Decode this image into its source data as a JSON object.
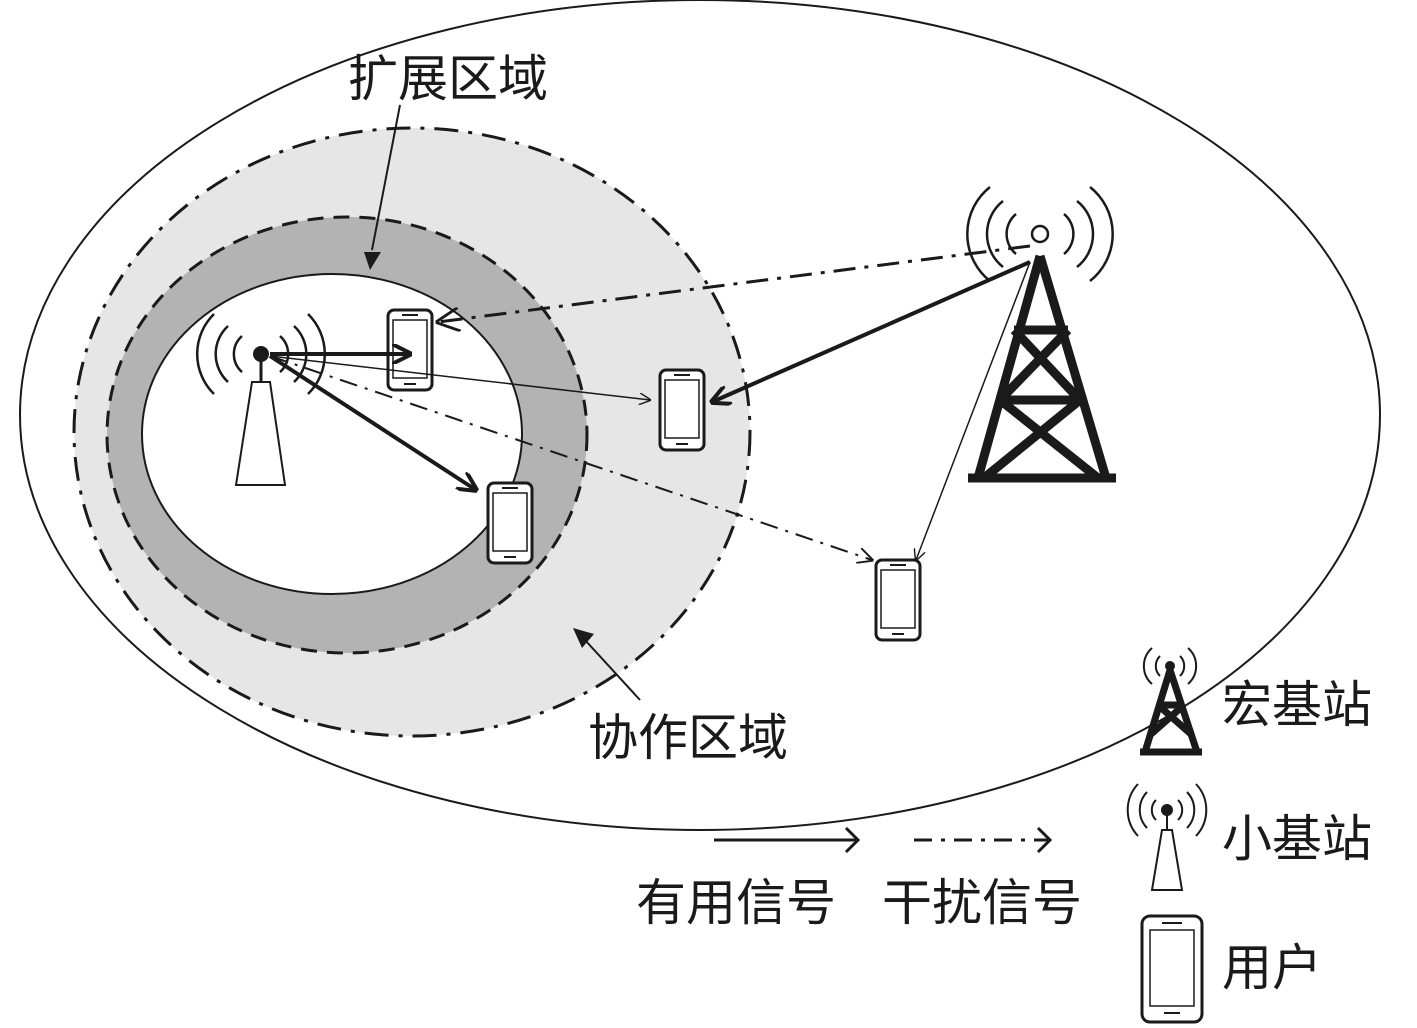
{
  "labels": {
    "extension_zone": "扩展区域",
    "cooperation_zone": "协作区域",
    "useful_signal": "有用信号",
    "interference_signal": "干扰信号"
  },
  "legend": {
    "macro_bs": "宏基站",
    "small_bs": "小基站",
    "user": "用户"
  },
  "colors": {
    "outline": "#1a1a1a",
    "cooperation_fill": "#e6e6e6",
    "extension_fill": "#b3b3b3",
    "inner_fill": "#ffffff"
  }
}
